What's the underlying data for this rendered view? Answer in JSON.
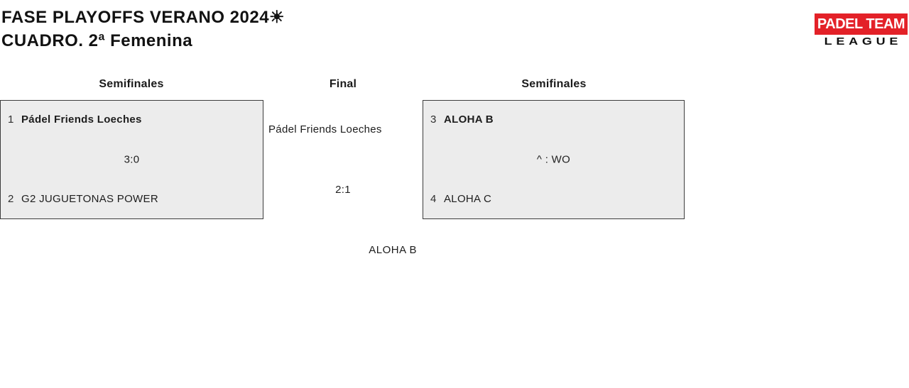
{
  "header": {
    "title_line1": "FASE PLAYOFFS VERANO 2024☀",
    "title_line2": "CUADRO. 2ª Femenina",
    "logo": {
      "top": "PADEL TEAM",
      "bottom": "LEAGUE"
    }
  },
  "columns": {
    "left": "Semifinales",
    "center": "Final",
    "right": "Semifinales"
  },
  "bracket": {
    "semifinal_left": {
      "team1": {
        "seed": "1",
        "name": "Pádel Friends Loeches",
        "winner": true
      },
      "score": "3:0",
      "team2": {
        "seed": "2",
        "name": "G2 JUGUETONAS POWER",
        "winner": false
      }
    },
    "final": {
      "team1": "Pádel Friends Loeches",
      "score": "2:1",
      "team2": "ALOHA B"
    },
    "semifinal_right": {
      "team1": {
        "seed": "3",
        "name": "ALOHA B",
        "winner": true
      },
      "score": "^ : WO",
      "team2": {
        "seed": "4",
        "name": "ALOHA C",
        "winner": false
      }
    }
  },
  "colors": {
    "accent_red": "#e32128",
    "box_fill": "#ececec",
    "box_border": "#3c3c3c",
    "text": "#141414"
  }
}
